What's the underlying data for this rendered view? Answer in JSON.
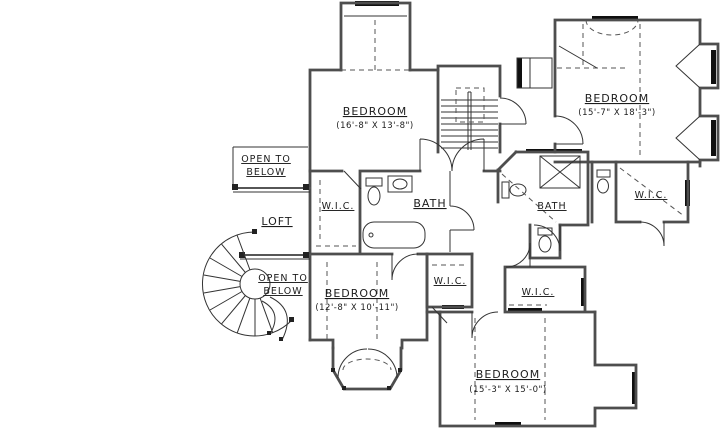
{
  "meta": {
    "background_color": "#ffffff",
    "line_color": "#4e4e4e",
    "window_fill_color": "#101010"
  },
  "rooms": {
    "bedroom_top_center": {
      "label": "BEDROOM",
      "dim": "(16'-8\" X 13'-8\")"
    },
    "bedroom_top_right": {
      "label": "BEDROOM",
      "dim": "(15'-7\" X 18'-3\")"
    },
    "bedroom_bottom_left": {
      "label": "BEDROOM",
      "dim": "(12'-8\" X 10'-11\")"
    },
    "bedroom_bottom_right": {
      "label": "BEDROOM",
      "dim": "(15'-3\" X 15'-0\")"
    },
    "loft": {
      "label": "LOFT"
    },
    "bath_center": {
      "label": "BATH"
    },
    "bath_right": {
      "label": "BATH"
    },
    "wic_center": {
      "label": "W.I.C."
    },
    "wic_right": {
      "label": "W.I.C."
    },
    "wic_bottom_center": {
      "label": "W.I.C."
    },
    "wic_bottom_right": {
      "label": "W.I.C."
    },
    "open_to_below_upper": {
      "line1": "OPEN TO",
      "line2": "BELOW"
    },
    "open_to_below_lower": {
      "line1": "OPEN TO",
      "line2": "BELOW"
    }
  }
}
